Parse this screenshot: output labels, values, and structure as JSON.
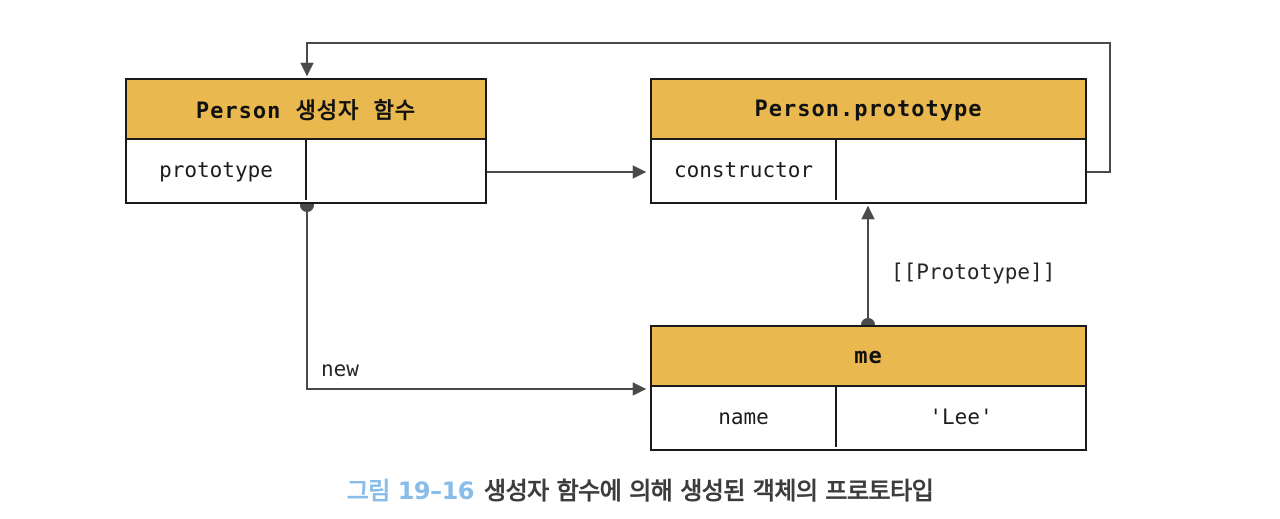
{
  "diagram": {
    "boxes": {
      "constructor_function": {
        "title": "Person 생성자 함수",
        "row": {
          "key": "prototype",
          "value": ""
        }
      },
      "prototype_object": {
        "title": "Person.prototype",
        "row": {
          "key": "constructor",
          "value": ""
        }
      },
      "instance": {
        "title": "me",
        "row": {
          "key": "name",
          "value": "'Lee'"
        }
      }
    },
    "edge_labels": {
      "new_operator": "new",
      "internal_slot": "[[Prototype]]"
    },
    "colors": {
      "header_fill": "#e9b950",
      "box_border": "#1a1a1a",
      "connector": "#4a4a4a",
      "caption_accent": "#88bde9",
      "caption_text": "#3c3c3c"
    }
  },
  "caption": {
    "figure_label": "그림 19–16",
    "text": "생성자 함수에 의해 생성된 객체의 프로토타입"
  }
}
